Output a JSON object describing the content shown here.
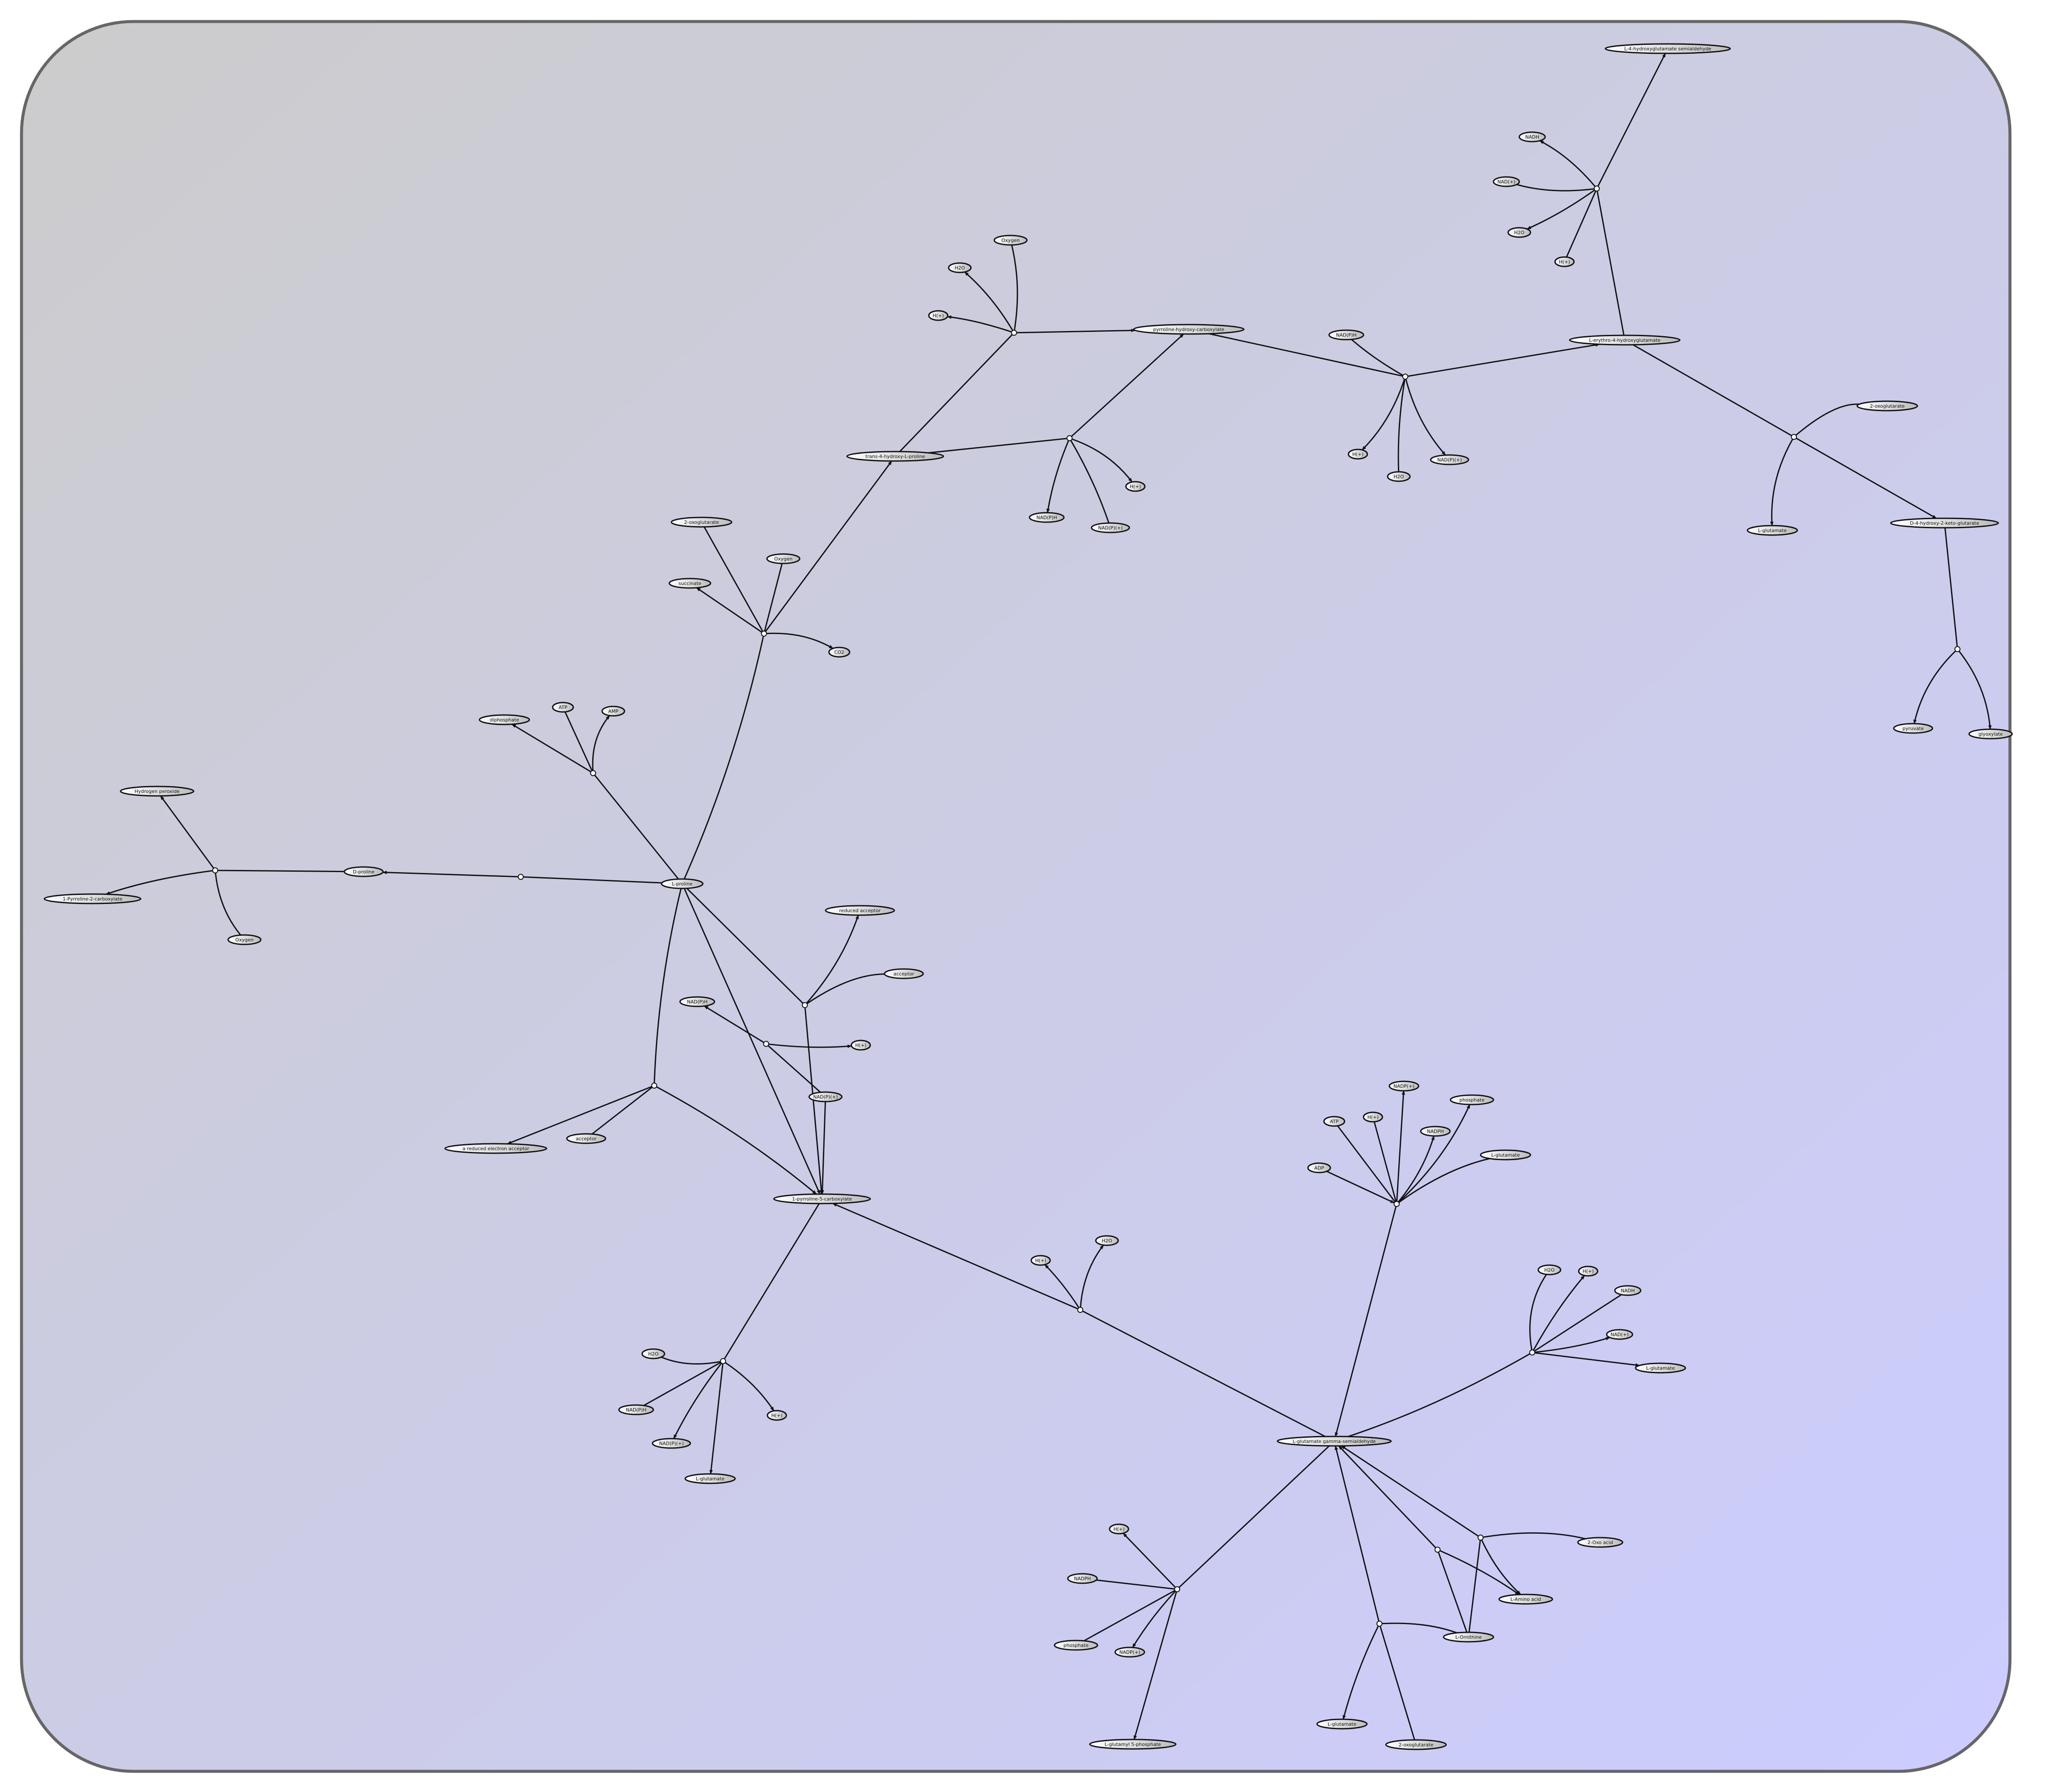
{
  "colors": {
    "background_start": "#cccccc",
    "background_end": "#ccccff",
    "frame_stroke": "#666666",
    "edge": "#111111",
    "node_fill_start": "#ffffff",
    "node_fill_end": "#bbbbbb",
    "node_stroke": "#111111"
  },
  "nodes": [
    {
      "id": "l-4-hydroxyglutamate-semialdehyde",
      "label": "L-4-hydroxyglutamate semialdehyde"
    },
    {
      "id": "nadh-1",
      "label": "NADH"
    },
    {
      "id": "nad-1",
      "label": "NAD(+)"
    },
    {
      "id": "h2o-1",
      "label": "H2O"
    },
    {
      "id": "hplus-1",
      "label": "H(+)"
    },
    {
      "id": "oxygen-1",
      "label": "Oxygen"
    },
    {
      "id": "h2o-2",
      "label": "H2O"
    },
    {
      "id": "hplus-2",
      "label": "H(+)"
    },
    {
      "id": "pyrroline-hydroxy-carboxylate",
      "label": "pyrroline-hydroxy-carboxylate"
    },
    {
      "id": "nadph-1",
      "label": "NAD(P)H"
    },
    {
      "id": "l-erythro-4-hydroxyglutamate",
      "label": "L-erythro-4-hydroxyglutamate"
    },
    {
      "id": "hplus-3",
      "label": "H(+)"
    },
    {
      "id": "h2o-3",
      "label": "H2O"
    },
    {
      "id": "nadp-1",
      "label": "NAD(P)(+)"
    },
    {
      "id": "trans-4-hydroxy-l-proline",
      "label": "trans-4-hydroxy-L-proline"
    },
    {
      "id": "hplus-4",
      "label": "H(+)"
    },
    {
      "id": "nadph-2",
      "label": "NAD(P)H"
    },
    {
      "id": "nadp-2",
      "label": "NAD(P)(+)"
    },
    {
      "id": "oxoglutarate-1",
      "label": "2-oxoglutarate"
    },
    {
      "id": "l-glutamate-1",
      "label": "L-glutamate"
    },
    {
      "id": "d-4-hydroxy-2-keto-glutarate",
      "label": "D-4-hydroxy-2-keto-glutarate"
    },
    {
      "id": "oxoglutarate-2",
      "label": "2-oxoglutarate"
    },
    {
      "id": "oxygen-2",
      "label": "Oxygen"
    },
    {
      "id": "succinate",
      "label": "succinate"
    },
    {
      "id": "co2",
      "label": "CO2"
    },
    {
      "id": "pyruvate",
      "label": "pyruvate"
    },
    {
      "id": "glyoxylate",
      "label": "glyoxylate"
    },
    {
      "id": "diphosphate",
      "label": "diphosphate"
    },
    {
      "id": "atp-1",
      "label": "ATP"
    },
    {
      "id": "amp",
      "label": "AMP"
    },
    {
      "id": "hydrogen-peroxide",
      "label": "Hydrogen peroxide"
    },
    {
      "id": "d-proline",
      "label": "D-proline"
    },
    {
      "id": "l-proline",
      "label": "L-proline"
    },
    {
      "id": "pyrroline-2-carboxylate",
      "label": "1-Pyrroline-2-carboxylate"
    },
    {
      "id": "oxygen-3",
      "label": "Oxygen"
    },
    {
      "id": "reduced-acceptor",
      "label": "reduced acceptor"
    },
    {
      "id": "acceptor-1",
      "label": "acceptor"
    },
    {
      "id": "nadph-3",
      "label": "NAD(P)H"
    },
    {
      "id": "hplus-5",
      "label": "H(+)"
    },
    {
      "id": "nadp-3",
      "label": "NAD(P)(+)"
    },
    {
      "id": "reduced-electron-acceptor",
      "label": "a reduced electron acceptor"
    },
    {
      "id": "acceptor-2",
      "label": "acceptor"
    },
    {
      "id": "pyrroline-5-carboxylate",
      "label": "1-pyrroline-5-carboxylate"
    },
    {
      "id": "nadp-4",
      "label": "NADP(+)"
    },
    {
      "id": "phosphate-1",
      "label": "phosphate"
    },
    {
      "id": "atp-2",
      "label": "ATP"
    },
    {
      "id": "hplus-6",
      "label": "H(+)"
    },
    {
      "id": "nadph-4",
      "label": "NADPH"
    },
    {
      "id": "l-glutamate-2",
      "label": "L-glutamate"
    },
    {
      "id": "adp",
      "label": "ADP"
    },
    {
      "id": "hplus-7",
      "label": "H(+)"
    },
    {
      "id": "h2o-4",
      "label": "H2O"
    },
    {
      "id": "h2o-5",
      "label": "H2O"
    },
    {
      "id": "hplus-8",
      "label": "H(+)"
    },
    {
      "id": "nadh-2",
      "label": "NADH"
    },
    {
      "id": "nad-2",
      "label": "NAD(+)"
    },
    {
      "id": "l-glutamate-3",
      "label": "L-glutamate"
    },
    {
      "id": "h2o-6",
      "label": "H2O"
    },
    {
      "id": "nadph-5",
      "label": "NAD(P)H"
    },
    {
      "id": "hplus-9",
      "label": "H(+)"
    },
    {
      "id": "nadp-5",
      "label": "NAD(P)(+)"
    },
    {
      "id": "l-glutamate-4",
      "label": "L-glutamate"
    },
    {
      "id": "l-glutamate-gamma-semialdehyde",
      "label": "L-glutamate gamma-semialdehyde"
    },
    {
      "id": "hplus-10",
      "label": "H(+)"
    },
    {
      "id": "nadph-6",
      "label": "NADPH"
    },
    {
      "id": "phosphate-2",
      "label": "phosphate"
    },
    {
      "id": "nadp-6",
      "label": "NADP(+)"
    },
    {
      "id": "l-glutamyl-5-phosphate",
      "label": "L-glutamyl 5-phosphate"
    },
    {
      "id": "oxo-acid",
      "label": "2-Oxo acid"
    },
    {
      "id": "l-amino-acid",
      "label": "L-Amino acid"
    },
    {
      "id": "l-ornithine",
      "label": "L-Ornithine"
    },
    {
      "id": "l-glutamate-5",
      "label": "L-glutamate"
    },
    {
      "id": "oxoglutarate-3",
      "label": "2-oxoglutarate"
    }
  ]
}
